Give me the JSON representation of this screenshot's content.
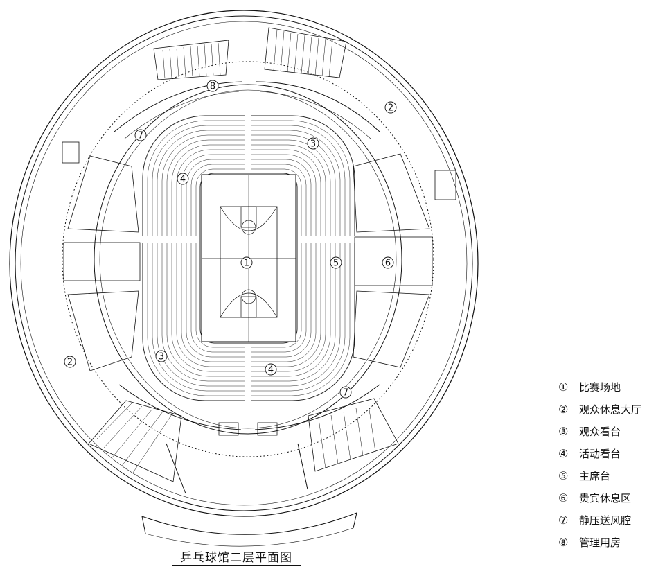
{
  "title": "乒乓球馆二层平面图",
  "legend": [
    {
      "num": "①",
      "label": "比赛场地"
    },
    {
      "num": "②",
      "label": "观众休息大厅"
    },
    {
      "num": "③",
      "label": "观众看台"
    },
    {
      "num": "④",
      "label": "活动看台"
    },
    {
      "num": "⑤",
      "label": "主席台"
    },
    {
      "num": "⑥",
      "label": "贵宾休息区"
    },
    {
      "num": "⑦",
      "label": "静压送风腔"
    },
    {
      "num": "⑧",
      "label": "管理用房"
    }
  ],
  "markers": [
    {
      "num": "1"
    },
    {
      "num": "2"
    },
    {
      "num": "2"
    },
    {
      "num": "3"
    },
    {
      "num": "3"
    },
    {
      "num": "4"
    },
    {
      "num": "4"
    },
    {
      "num": "5"
    },
    {
      "num": "6"
    },
    {
      "num": "7"
    },
    {
      "num": "7"
    },
    {
      "num": "8"
    }
  ],
  "colors": {
    "line": "#111111",
    "background": "#ffffff"
  }
}
